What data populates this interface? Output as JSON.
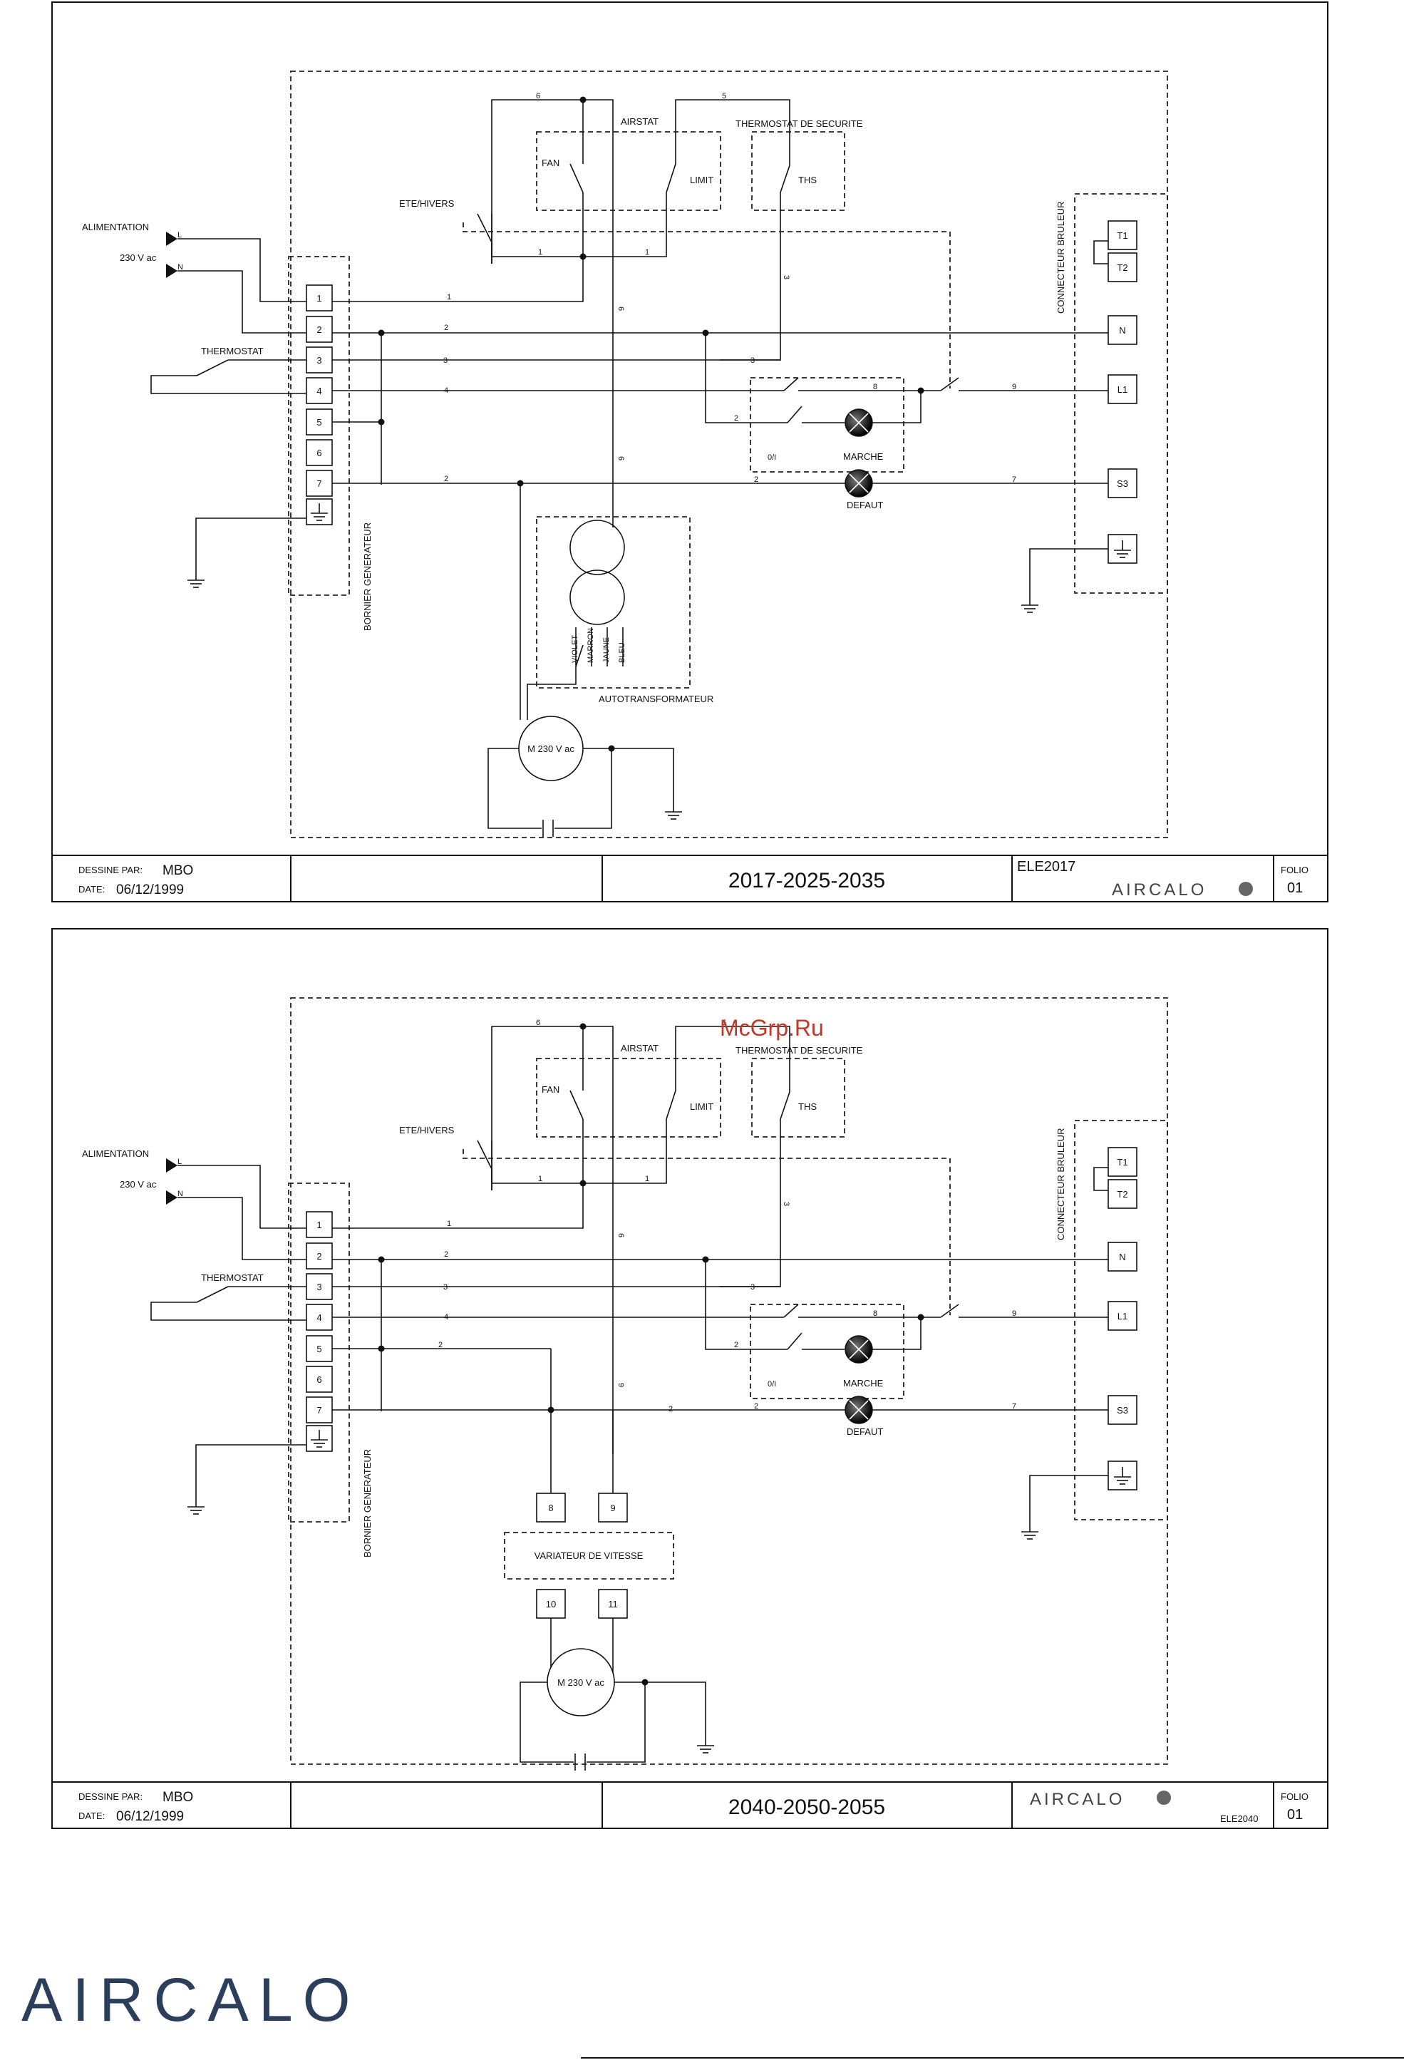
{
  "labels": {
    "alimentation": "ALIMENTATION",
    "voltage": "230 V ac",
    "phase": "L",
    "neutral": "N",
    "thermostat": "THERMOSTAT",
    "ete_hivers": "ETE/HIVERS",
    "airstat": "AIRSTAT",
    "fan": "FAN",
    "limit": "LIMIT",
    "thermostat_securite": "THERMOSTAT DE SECURITE",
    "ths": "THS",
    "connecteur": "CONNECTEUR BRULEUR",
    "t1": "T1",
    "t2": "T2",
    "n_terminal": "N",
    "l1": "L1",
    "s3": "S3",
    "marche": "MARCHE",
    "defaut": "DEFAUT",
    "onoff": "0/I",
    "bornier": "BORNIER GENERATEUR",
    "motor": "M 230 V ac",
    "autotransformateur": "AUTOTRANSFORMATEUR",
    "violet": "VIOLET",
    "marron": "MARRON",
    "jaune": "JAUNE",
    "bleu": "BLEU",
    "variateur": "VARIATEUR DE VITESSE"
  },
  "terminals": [
    "1",
    "2",
    "3",
    "4",
    "5",
    "6",
    "7"
  ],
  "wire_numbers": {
    "w1": "1",
    "w2": "2",
    "w3": "3",
    "w4": "4",
    "w5": "5",
    "w6": "6",
    "w7": "7",
    "w8": "8",
    "w9": "9"
  },
  "variateur_terminals": {
    "in_a": "8",
    "in_b": "9",
    "out_a": "10",
    "out_b": "11"
  },
  "diagram_top": {
    "model": "2017-2025-2035",
    "reference": "ELE2017",
    "dessine_label": "DESSINE PAR:",
    "dessine_value": "MBO",
    "date_label": "DATE:",
    "date_value": "06/12/1999",
    "folio_label": "FOLIO",
    "folio_value": "01",
    "brand": "AIRCALO"
  },
  "diagram_bottom": {
    "model": "2040-2050-2055",
    "reference": "ELE2040",
    "dessine_label": "DESSINE PAR:",
    "dessine_value": "MBO",
    "date_label": "DATE:",
    "date_value": "06/12/1999",
    "folio_label": "FOLIO",
    "folio_value": "01",
    "brand": "AIRCALO"
  },
  "watermark": "McGrp.Ru",
  "footer_brand": "AIRCALO",
  "colors": {
    "ink": "#111111",
    "watermark": "#c0392b",
    "brand": "#2b3f5c"
  }
}
